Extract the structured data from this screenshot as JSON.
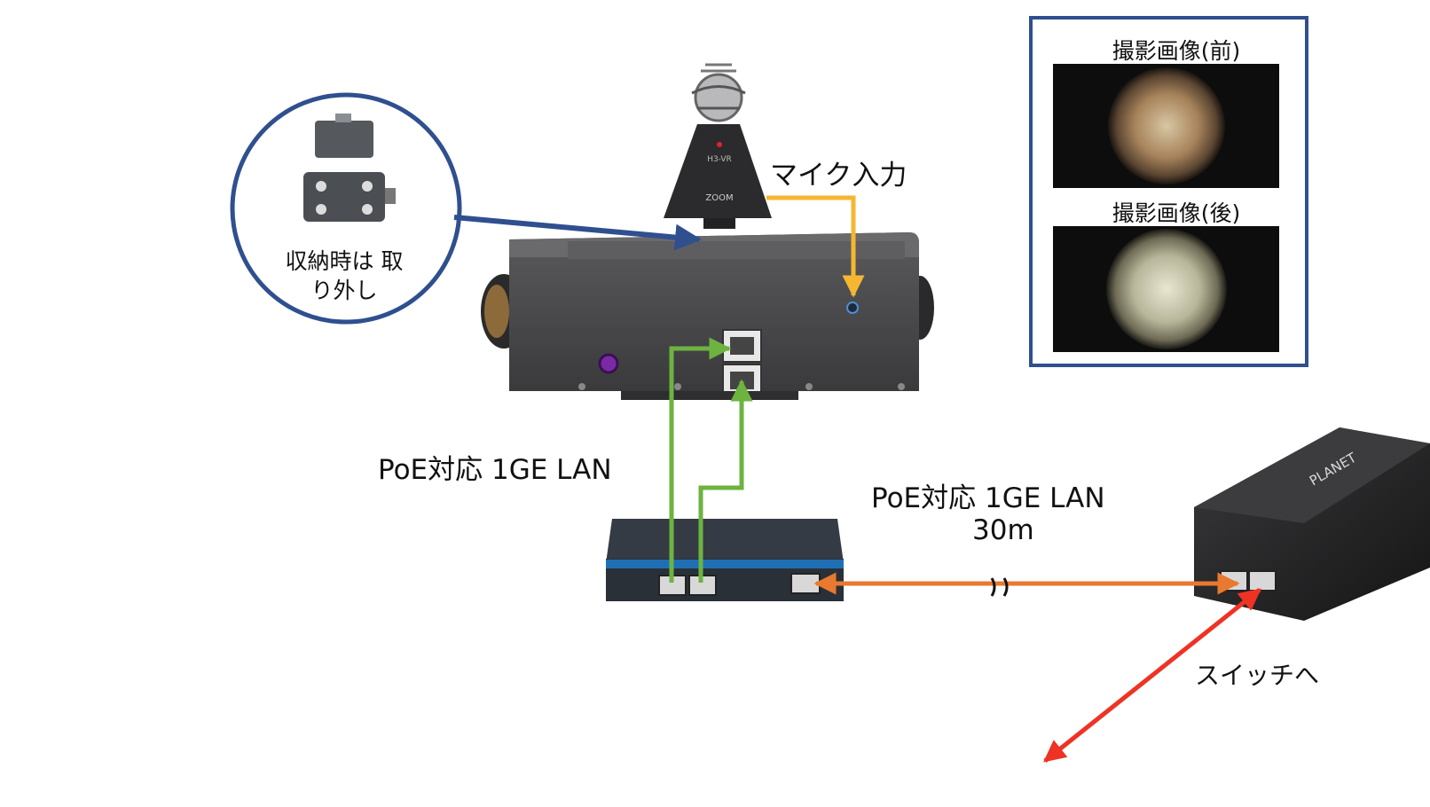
{
  "labels": {
    "mic_input": "マイク入力",
    "poe_lan_1": "PoE対応 1GE LAN",
    "poe_lan_2": "PoE対応 1GE LAN",
    "cable_length": "30m",
    "to_switch": "スイッチへ",
    "storage_note": "収納時は 取り外し",
    "captured_front": "撮影画像(前)",
    "captured_rear": "撮影画像(後)"
  },
  "device_markings": {
    "recorder_model": "H3-VR",
    "recorder_brand": "ZOOM",
    "injector_brand": "PLANET"
  },
  "colors": {
    "camera_arrow": "#2f4f8f",
    "mic_cable": "#f5b731",
    "lan_cable": "#6db33f",
    "uplink_cable": "#e8792f",
    "switch_arrow": "#ee3324",
    "frame_border": "#2f4f8f",
    "camera_body": "#4a4a4c",
    "switch_body": "#2a3038",
    "switch_strip": "#1f6fb5"
  },
  "icons": {
    "cable_break": "double-wave-break-icon",
    "lan_port": "rj45-port-icon",
    "arrowhead": "arrowhead-icon"
  }
}
